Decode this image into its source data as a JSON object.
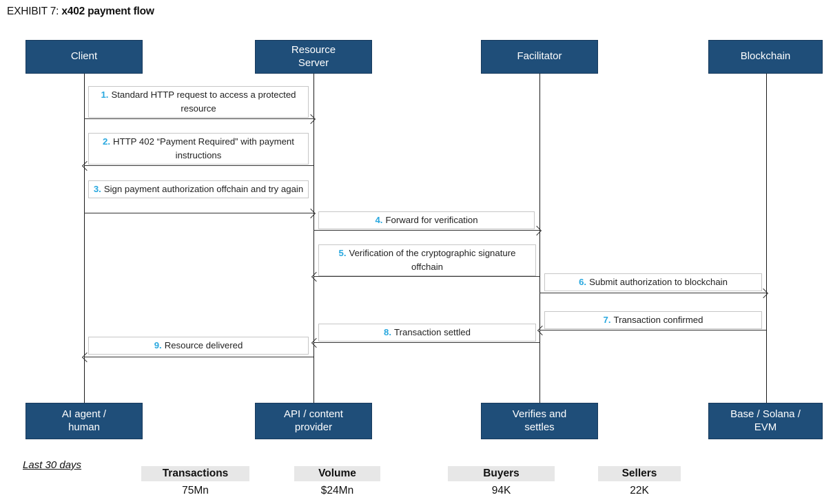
{
  "title": {
    "exhibit": "EXHIBIT 7: ",
    "name": "x402 payment flow"
  },
  "colors": {
    "actor-bg": "#1F4E79",
    "actor-text": "#FFFFFF",
    "number-blue": "#29A8DF",
    "line": "#333333",
    "label-border": "#C6C6C6",
    "stat-header-bg": "#E7E7E7",
    "text": "#1F1F1F"
  },
  "actors": [
    {
      "top": "Client",
      "bottom": "AI agent /\nhuman"
    },
    {
      "top": "Resource\nServer",
      "bottom": "API / content\nprovider"
    },
    {
      "top": "Facilitator",
      "bottom": "Verifies and\nsettles"
    },
    {
      "top": "Blockchain",
      "bottom": "Base / Solana /\nEVM"
    }
  ],
  "messages": [
    {
      "num": "1.",
      "text": "Standard HTTP request to access a protected resource",
      "from": "Client",
      "to": "Resource Server",
      "direction": "right"
    },
    {
      "num": "2.",
      "text": "HTTP 402 “Payment Required” with payment instructions",
      "from": "Resource Server",
      "to": "Client",
      "direction": "left"
    },
    {
      "num": "3.",
      "text": "Sign payment authorization offchain and try again",
      "from": "Client",
      "to": "Resource Server",
      "direction": "right"
    },
    {
      "num": "4.",
      "text": "Forward for verification",
      "from": "Resource Server",
      "to": "Facilitator",
      "direction": "right"
    },
    {
      "num": "5.",
      "text": "Verification of the cryptographic signature offchain",
      "from": "Facilitator",
      "to": "Resource Server",
      "direction": "left"
    },
    {
      "num": "6.",
      "text": "Submit authorization to blockchain",
      "from": "Facilitator",
      "to": "Blockchain",
      "direction": "right"
    },
    {
      "num": "7.",
      "text": "Transaction confirmed",
      "from": "Blockchain",
      "to": "Facilitator",
      "direction": "left"
    },
    {
      "num": "8.",
      "text": "Transaction settled",
      "from": "Facilitator",
      "to": "Resource Server",
      "direction": "left"
    },
    {
      "num": "9.",
      "text": "Resource delivered",
      "from": "Resource Server",
      "to": "Client",
      "direction": "left"
    }
  ],
  "stats": {
    "period_label": "Last 30 days",
    "items": [
      {
        "label": "Transactions",
        "value": "75Mn"
      },
      {
        "label": "Volume",
        "value": "$24Mn"
      },
      {
        "label": "Buyers",
        "value": "94K"
      },
      {
        "label": "Sellers",
        "value": "22K"
      }
    ]
  }
}
